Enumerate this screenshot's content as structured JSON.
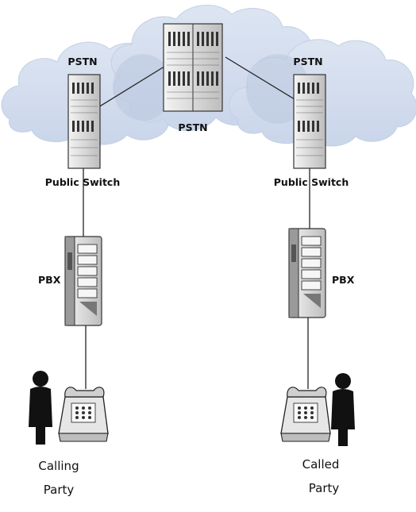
{
  "clouds_label_left": "PSTN",
  "clouds_label_center": "PSTN",
  "clouds_label_right": "PSTN",
  "left_switch_label": "Public Switch",
  "right_switch_label": "Public Switch",
  "left_pbx_label": "PBX",
  "right_pbx_label": "PBX",
  "calling_party": {
    "line1": "Calling",
    "line2": "Party"
  },
  "called_party": {
    "line1": "Called",
    "line2": "Party"
  },
  "colors": {
    "cloud_fill": "#cfd9ea",
    "cloud_overlap": "#b9c7df",
    "equipment_fill": "#dcdcdc",
    "equipment_stroke": "#333333",
    "person": "#111111"
  }
}
